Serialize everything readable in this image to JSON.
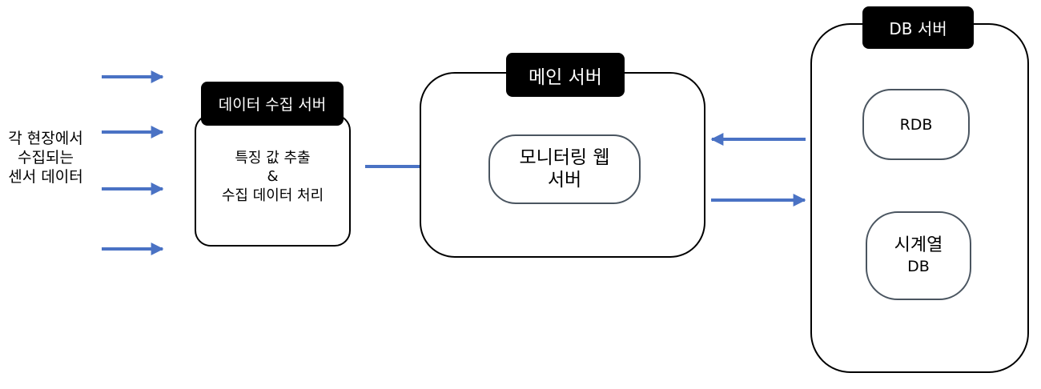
{
  "source": {
    "lines": [
      "각 현장에서",
      "수집되는",
      "센서 데이터"
    ]
  },
  "collection_server": {
    "title": "데이터 수집 서버",
    "lines": [
      "특징 값 추출",
      "&",
      "수집 데이터 처리"
    ]
  },
  "main_server": {
    "title": "메인 서버",
    "web_server": {
      "lines": [
        "모니터링 웹",
        "서버"
      ]
    }
  },
  "db_server": {
    "title": "DB 서버",
    "rdb": "RDB",
    "timeseries": {
      "lines": [
        "시계열",
        "DB"
      ]
    }
  },
  "colors": {
    "arrow": "#4a72c4",
    "label_bg": "#000000",
    "inner_border": "#4a5560"
  }
}
